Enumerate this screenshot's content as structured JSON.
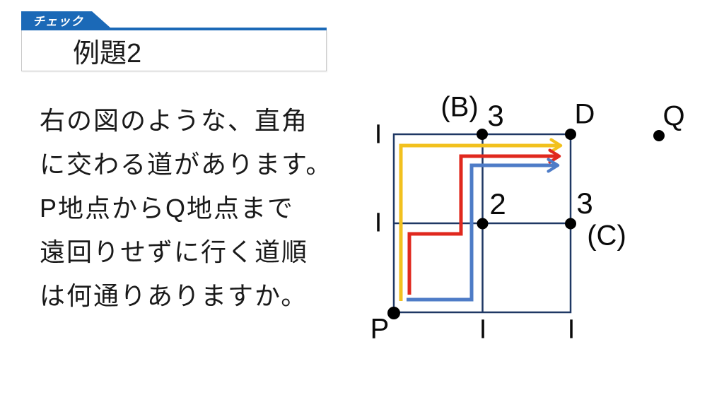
{
  "header": {
    "tab_label": "チェック",
    "title": "例題2",
    "accent_color": "#1B69B7"
  },
  "problem": {
    "lines": [
      "右の図のような、直角",
      "に交わる道があります。",
      "P地点からQ地点まで",
      "遠回りせずに行く道順",
      "は何通りありますか。"
    ]
  },
  "diagram": {
    "colors": {
      "grid": "#1F3864",
      "dot": "#000000",
      "route_yellow": "#F2C11E",
      "route_red": "#E0281E",
      "route_blue": "#4E7CC7"
    },
    "nodes": {
      "start": "P",
      "goal": "Q",
      "corner_d": "D",
      "point_b": "(B)",
      "point_c": "(C)"
    },
    "counts": {
      "at_b": "3",
      "at_center": "2",
      "at_c": "3",
      "one_left_top": "I",
      "one_left_middle": "I",
      "one_bottom_center": "I",
      "one_bottom_right": "I"
    }
  }
}
